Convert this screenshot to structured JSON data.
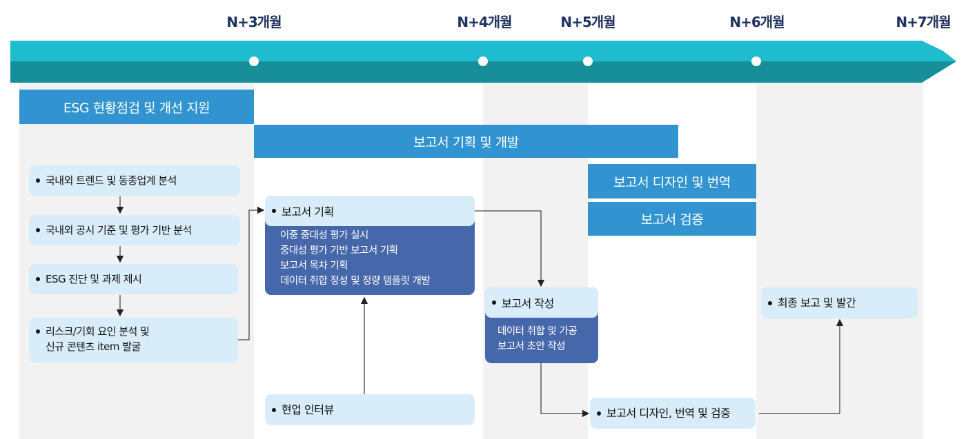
{
  "timeline": {
    "milestones": [
      "N+3개월",
      "N+4개월",
      "N+5개월",
      "N+6개월",
      "N+7개월"
    ],
    "colors": {
      "top": "#1fbccf",
      "bottom": "#178f9b"
    }
  },
  "phases": {
    "esg": "ESG 현황점검 및 개선 지원",
    "report_dev": "보고서 기획 및 개발",
    "design": "보고서 디자인 및 번역",
    "verify": "보고서 검증"
  },
  "left_steps": [
    "국내외 트렌드 및 동종업계 분석",
    "국내외 공시 기준 및 평가 기반 분석",
    "ESG 진단 및 과제 제시",
    "리스크/기회 요인 분석 및",
    "신규 콘텐츠 item 발굴"
  ],
  "planning": {
    "title": "보고서 기획",
    "items": [
      "이중 중대성 평가 실시",
      "중대성 평가 기반 보고서 기획",
      "보고서 목차 기획",
      "데이터 취합 정성 및 정량 템플릿 개발"
    ]
  },
  "interview": "현업 인터뷰",
  "writing": {
    "title": "보고서 작성",
    "items": [
      "데이터 취합 및 가공",
      "보고서 초안 작성"
    ]
  },
  "design_step": "보고서 디자인, 번역 및 검증",
  "final": "최종 보고 및 발간",
  "colors": {
    "phase": "#3193cf",
    "card": "#4668aa",
    "box": "#d9ecf9"
  }
}
